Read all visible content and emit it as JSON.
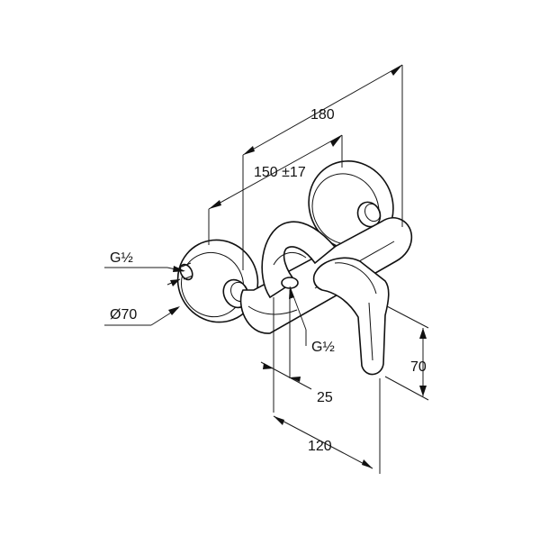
{
  "drawing": {
    "dimensions": {
      "overall_width": "180",
      "centre_distance": "150 ±17",
      "inlet_thread": "G½",
      "rosette_diameter": "Ø70",
      "outlet_thread": "G½",
      "outlet_offset": "25",
      "projection": "120",
      "lever_height": "70"
    }
  }
}
